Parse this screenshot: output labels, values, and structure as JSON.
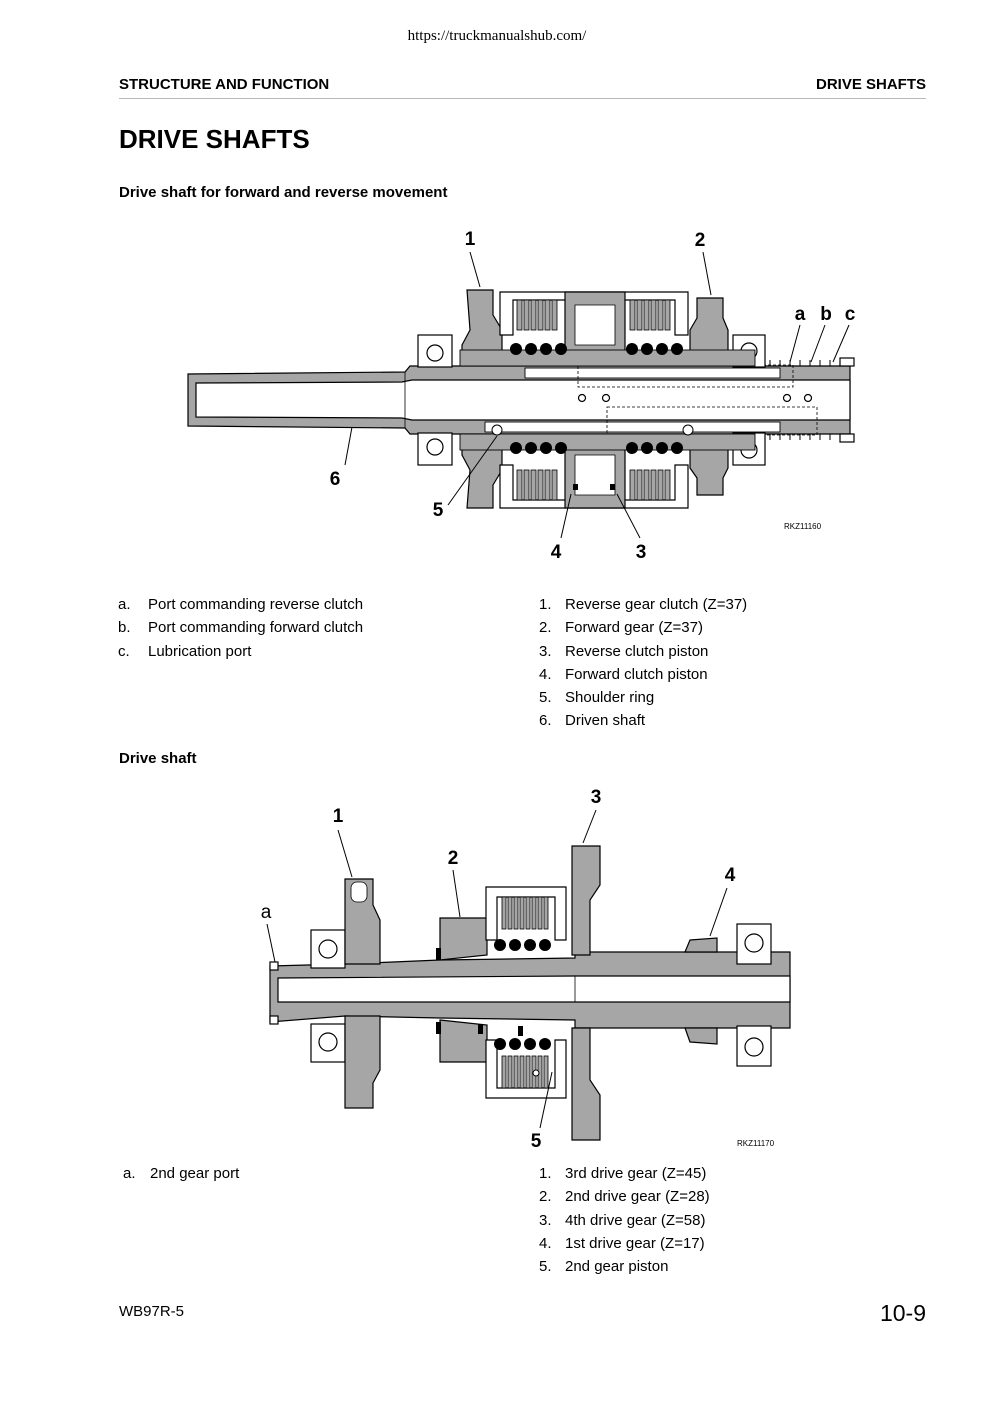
{
  "source_url": "https://truckmanualshub.com/",
  "header": {
    "section": "STRUCTURE AND FUNCTION",
    "chapter": "DRIVE SHAFTS"
  },
  "title": "DRIVE SHAFTS",
  "figure1": {
    "heading": "Drive shaft for forward and reverse movement",
    "drawing_code": "RKZ11160",
    "callouts": [
      "1",
      "2",
      "a",
      "b",
      "c",
      "6",
      "5",
      "4",
      "3"
    ],
    "legend_left": [
      {
        "key": "a.",
        "text": "Port commanding reverse clutch"
      },
      {
        "key": "b.",
        "text": "Port commanding forward clutch"
      },
      {
        "key": "c.",
        "text": "Lubrication port"
      }
    ],
    "legend_right": [
      {
        "key": "1.",
        "text": "Reverse gear clutch (Z=37)"
      },
      {
        "key": "2.",
        "text": "Forward gear (Z=37)"
      },
      {
        "key": "3.",
        "text": "Reverse clutch piston"
      },
      {
        "key": "4.",
        "text": "Forward clutch piston"
      },
      {
        "key": "5.",
        "text": "Shoulder ring"
      },
      {
        "key": "6.",
        "text": "Driven shaft"
      }
    ]
  },
  "figure2": {
    "heading": "Drive shaft",
    "drawing_code": "RKZ11170",
    "callouts": [
      "1",
      "2",
      "3",
      "4",
      "a",
      "5"
    ],
    "legend_left": [
      {
        "key": "a.",
        "text": "2nd gear port"
      }
    ],
    "legend_right": [
      {
        "key": "1.",
        "text": "3rd drive gear (Z=45)"
      },
      {
        "key": "2.",
        "text": "2nd drive gear (Z=28)"
      },
      {
        "key": "3.",
        "text": "4th drive gear (Z=58)"
      },
      {
        "key": "4.",
        "text": "1st drive gear (Z=17)"
      },
      {
        "key": "5.",
        "text": "2nd gear piston"
      }
    ]
  },
  "footer": {
    "model": "WB97R-5",
    "page": "10-9"
  },
  "colors": {
    "part_fill": "#9e9e9e",
    "line": "#000000",
    "rule": "#b8b8b8"
  }
}
